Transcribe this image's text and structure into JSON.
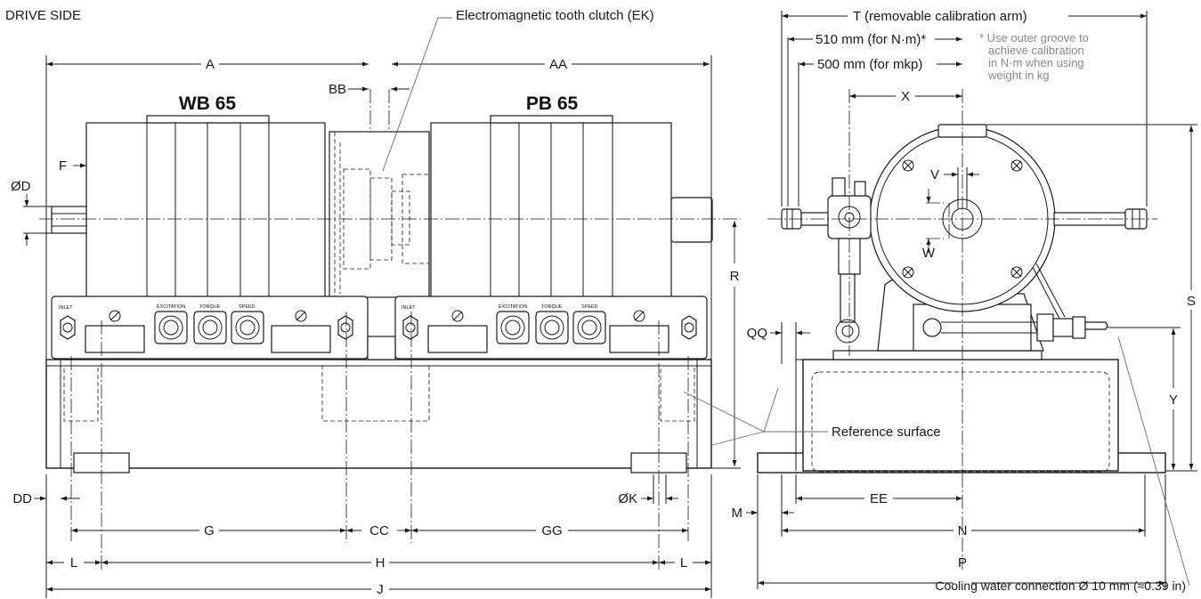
{
  "header": {
    "drive_side": "DRIVE SIDE"
  },
  "machines": {
    "left": "WB 65",
    "right": "PB 65"
  },
  "callouts": {
    "clutch": "Electromagnetic tooth clutch (EK)",
    "reference_surface": "Reference surface",
    "cooling_water": "Cooling water connection Ø 10 mm (≈0.39 in)"
  },
  "connectors": {
    "inlet": "INLET",
    "excitation": "EXCITATION",
    "torque": "TORQUE",
    "speed": "SPEED"
  },
  "calibration": {
    "T": "T (removable calibration arm)",
    "nm": "510 mm (for N·m)*",
    "mkp": "500 mm (for mkp)",
    "note_lines": [
      "* Use outer groove to",
      "achieve calibration",
      "in N·m when using",
      "weight in kg"
    ]
  },
  "dimensions": {
    "A": "A",
    "AA": "AA",
    "BB": "BB",
    "F": "F",
    "D": "ØD",
    "R": "R",
    "DD": "DD",
    "G": "G",
    "CC": "CC",
    "GG": "GG",
    "K": "ØK",
    "L": "L",
    "H": "H",
    "J": "J",
    "X": "X",
    "V": "V",
    "W": "W",
    "S": "S",
    "QQ": "QQ",
    "Y": "Y",
    "EE": "EE",
    "M": "M",
    "N": "N",
    "P": "P"
  },
  "colors": {
    "line": "#1a1a1a",
    "note": "#8a8a8a",
    "background": "#ffffff"
  }
}
